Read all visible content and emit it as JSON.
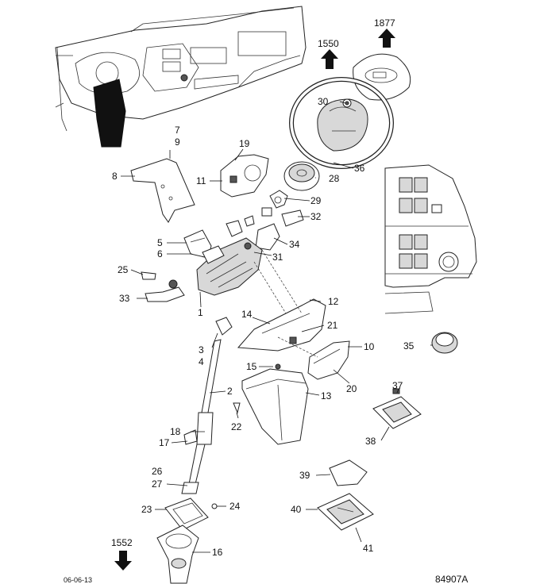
{
  "callouts": {
    "c1": "1",
    "c2": "2",
    "c3": "3",
    "c4": "4",
    "c5": "5",
    "c6": "6",
    "c7": "7",
    "c8": "8",
    "c9": "9",
    "c10": "10",
    "c11": "11",
    "c12": "12",
    "c13": "13",
    "c14": "14",
    "c15": "15",
    "c16": "16",
    "c17": "17",
    "c18": "18",
    "c19": "19",
    "c20": "20",
    "c21": "21",
    "c22": "22",
    "c23": "23",
    "c24": "24",
    "c25": "25",
    "c26": "26",
    "c27": "27",
    "c28": "28",
    "c29": "29",
    "c30": "30",
    "c31": "31",
    "c32": "32",
    "c33": "33",
    "c34": "34",
    "c35": "35",
    "c36": "36",
    "c37": "37",
    "c38": "38",
    "c39": "39",
    "c40": "40",
    "c41": "41"
  },
  "references": {
    "ref_1877": "1877",
    "ref_1550": "1550",
    "ref_1552": "1552"
  },
  "footer": {
    "date": "06-06-13",
    "figure_id": "84907A"
  },
  "colors": {
    "line": "#222222",
    "shade": "#d8d8d8",
    "dark": "#555555",
    "black": "#111111"
  }
}
